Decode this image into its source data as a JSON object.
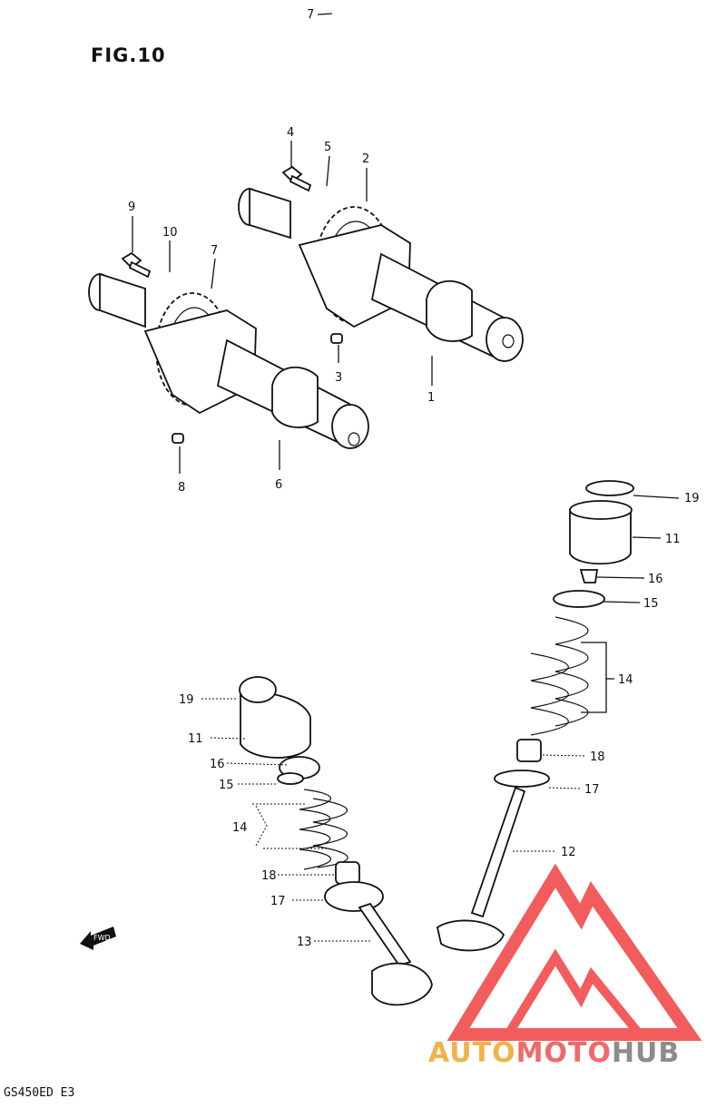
{
  "figure": {
    "title": "FIG.10",
    "top_mark": "7",
    "model_code": "GS450ED  E3",
    "fwd_marker": "FWD"
  },
  "watermark": {
    "part1": "AUTO",
    "part2": "MOTO",
    "part3": "HUB",
    "colors": {
      "auto": "#f2b24a",
      "moto": "#ef6a6a",
      "hub": "#8c8c8c",
      "logo": "#f04040"
    }
  },
  "callouts": [
    {
      "id": "c1",
      "text": "1"
    },
    {
      "id": "c2",
      "text": "2"
    },
    {
      "id": "c3",
      "text": "3"
    },
    {
      "id": "c4",
      "text": "4"
    },
    {
      "id": "c5",
      "text": "5"
    },
    {
      "id": "c6",
      "text": "6"
    },
    {
      "id": "c7",
      "text": "7"
    },
    {
      "id": "c8",
      "text": "8"
    },
    {
      "id": "c9",
      "text": "9"
    },
    {
      "id": "c10",
      "text": "10"
    },
    {
      "id": "c19r",
      "text": "19"
    },
    {
      "id": "c11r",
      "text": "11"
    },
    {
      "id": "c16r",
      "text": "16"
    },
    {
      "id": "c15r",
      "text": "15"
    },
    {
      "id": "c14r",
      "text": "14"
    },
    {
      "id": "c18r",
      "text": "18"
    },
    {
      "id": "c17r",
      "text": "17"
    },
    {
      "id": "c12",
      "text": "12"
    },
    {
      "id": "c19l",
      "text": "19"
    },
    {
      "id": "c11l",
      "text": "11"
    },
    {
      "id": "c16l",
      "text": "16"
    },
    {
      "id": "c15l",
      "text": "15"
    },
    {
      "id": "c14l",
      "text": "14"
    },
    {
      "id": "c18l",
      "text": "18"
    },
    {
      "id": "c17l",
      "text": "17"
    },
    {
      "id": "c13",
      "text": "13"
    }
  ]
}
